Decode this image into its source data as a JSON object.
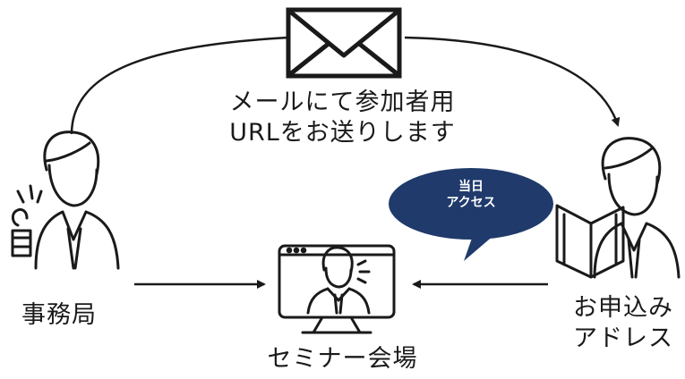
{
  "diagram": {
    "mail_message": [
      "メールにて参加者用",
      "URLをお送りします"
    ],
    "sender_label": "事務局",
    "recipient_label": [
      "お申込み",
      "アドレス"
    ],
    "venue_label": "セミナー会場",
    "bubble_text": [
      "当日",
      "アクセス"
    ]
  },
  "colors": {
    "stroke": "#1a1a1a",
    "bubble": "#1f3a6b",
    "bubble_text": "#ffffff"
  },
  "icons": [
    "envelope-icon",
    "person-thumbs-up-icon",
    "person-with-book-icon",
    "monitor-presenter-icon"
  ]
}
